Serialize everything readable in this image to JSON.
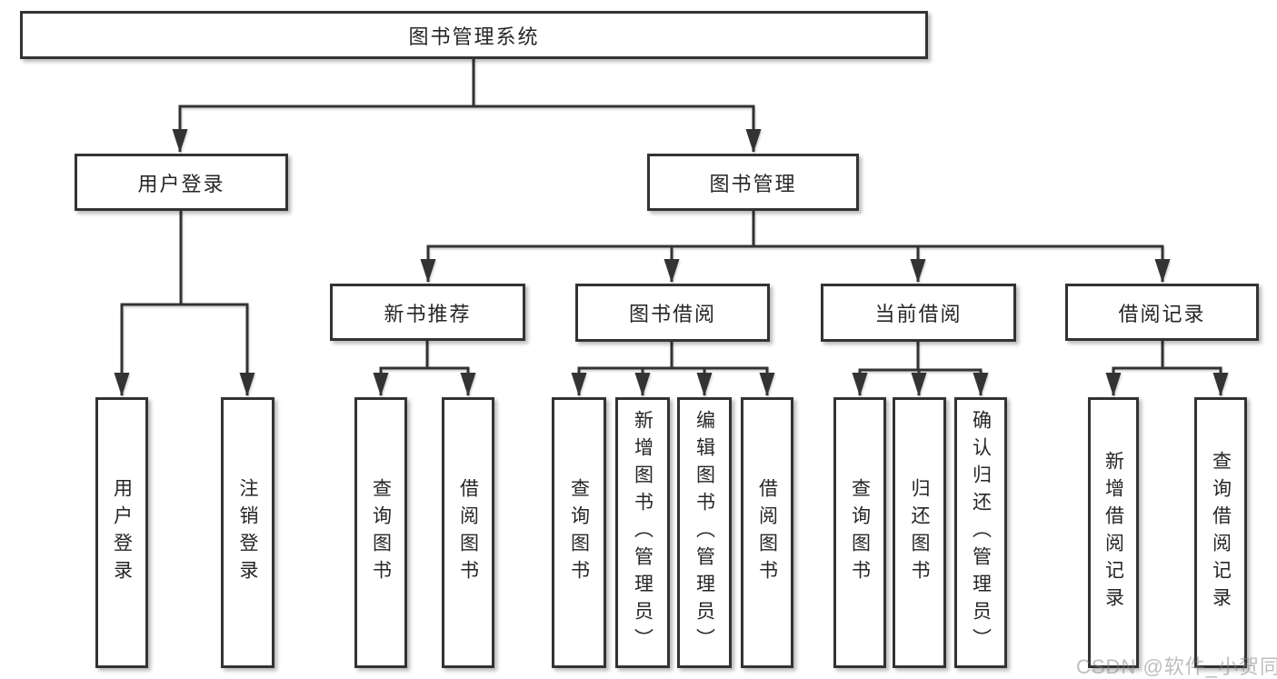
{
  "tree": {
    "root": "图书管理系统",
    "branches": [
      {
        "label": "用户登录",
        "children": [
          "用户登录",
          "注销登录"
        ]
      },
      {
        "label": "图书管理",
        "groups": [
          {
            "label": "新书推荐",
            "children": [
              "查询图书",
              "借阅图书"
            ]
          },
          {
            "label": "图书借阅",
            "children": [
              "查询图书",
              "新增图书（管理员）",
              "编辑图书（管理员）",
              "借阅图书"
            ]
          },
          {
            "label": "当前借阅",
            "children": [
              "查询图书",
              "归还图书",
              "确认归还（管理员）"
            ]
          },
          {
            "label": "借阅记录",
            "children": [
              "新增借阅记录",
              "查询借阅记录"
            ]
          }
        ]
      }
    ]
  },
  "colors": {
    "line": "#333333",
    "text": "#262626",
    "background": "#ffffff"
  },
  "watermark": "CSDN @软件_小贺同学"
}
